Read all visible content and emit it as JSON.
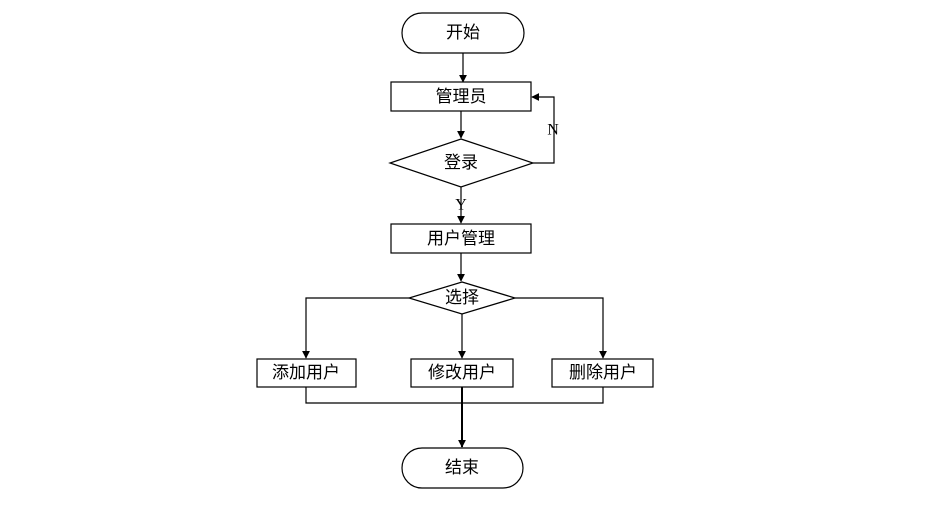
{
  "flowchart": {
    "start": "开始",
    "admin": "管理员",
    "login": "登录",
    "yes": "Y",
    "no": "N",
    "user_mgmt": "用户管理",
    "choose": "选择",
    "add_user": "添加用户",
    "edit_user": "修改用户",
    "delete_user": "删除用户",
    "end": "结束"
  }
}
